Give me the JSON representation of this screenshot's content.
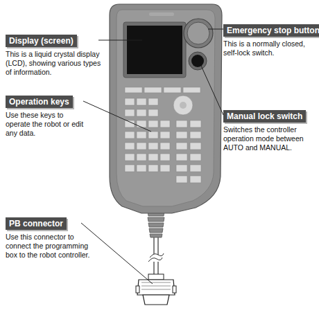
{
  "diagram": {
    "nodes": [
      {
        "text": [
          "Emergency stop button",
          "This is a normally closed, self-lock switch."
        ]
      },
      {
        "text": [
          "Display (screen)",
          "This is a liquid crystal display (LCD), showing various types of information."
        ]
      },
      {
        "text": [
          "Operation keys",
          "Use these keys to operate the robot or edit any data."
        ]
      },
      {
        "text": [
          "Manual lock switch",
          "Switches the controller operation mode between AUTO and MANUAL."
        ]
      },
      {
        "text": [
          "PB connector",
          "Use this connector to connect the programming box to the robot controller."
        ]
      }
    ]
  }
}
